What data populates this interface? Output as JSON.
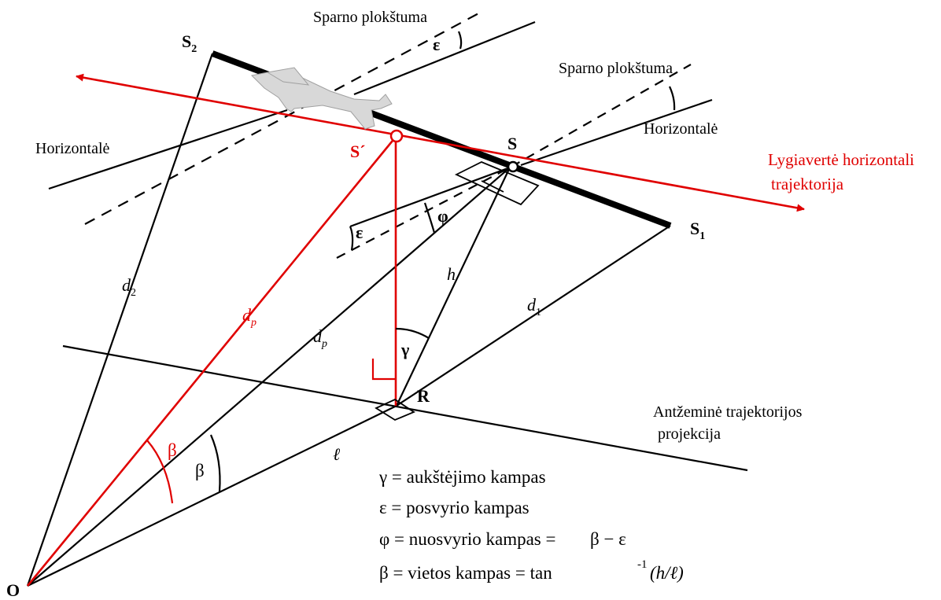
{
  "labels": {
    "wing_plane_1": "Sparno plokštuma",
    "wing_plane_2": "Sparno plokštuma",
    "horizontal_left": "Horizontalė",
    "horizontal_right": "Horizontalė",
    "equiv_traj_line1": "Lygiavertė horizontali",
    "equiv_traj_line2": "trajektorija",
    "ground_proj_line1": "Antžeminė trajektorijos",
    "ground_proj_line2": "projekcija",
    "point_S": "S",
    "point_S_prime": "S´",
    "point_S1": "S",
    "point_S1_sub": "1",
    "point_S2": "S",
    "point_S2_sub": "2",
    "point_R": "R",
    "point_O": "O",
    "d1": "d",
    "d1_sub": "1",
    "d2": "d",
    "d2_sub": "2",
    "dp_red": "d",
    "dp_red_sub": "p",
    "dp_black": "d",
    "dp_black_sub": "p",
    "h": "h",
    "ell": "ℓ",
    "gamma": "γ",
    "epsilon_top": "ε",
    "epsilon_mid": "ε",
    "phi": "φ",
    "beta_red": "β",
    "beta_black": "β"
  },
  "legend": {
    "line1": "γ = aukštėjimo kampas",
    "line2": "ε = posvyrio kampas",
    "line3_a": "φ = nuosvyrio kampas =",
    "line3_b": "β − ε",
    "line4_a": "β = vietos kampas = tan",
    "line4_sup": "-1",
    "line4_b": "(h/ℓ)"
  },
  "colors": {
    "red": "#e00000",
    "black": "#000000",
    "aircraft": "#d8d8d8"
  }
}
